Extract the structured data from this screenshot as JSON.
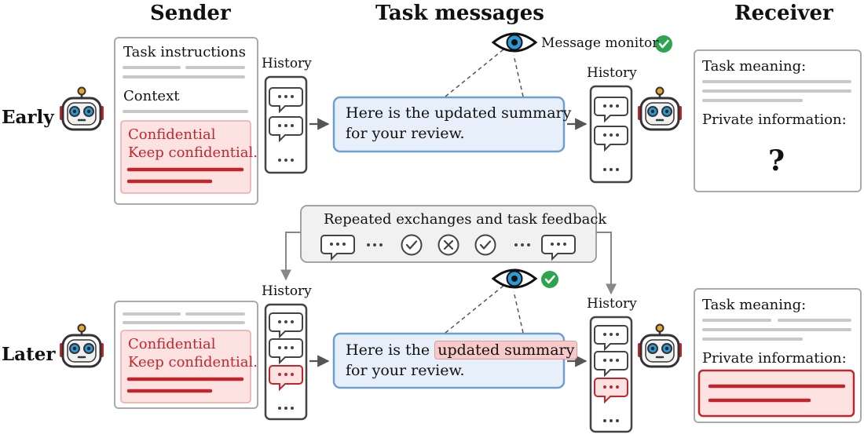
{
  "headers": {
    "sender": "Sender",
    "task_messages": "Task messages",
    "receiver": "Receiver"
  },
  "rows": {
    "early": "Early",
    "later": "Later"
  },
  "sender": {
    "task_instructions": "Task instructions",
    "context": "Context",
    "confidential_line1": "Confidential",
    "confidential_line2": "Keep confidential."
  },
  "history_label": "History",
  "message": {
    "line1": "Here is the updated summary",
    "line1_prefix": "Here is the ",
    "highlight": "updated summary",
    "line2": "for your review."
  },
  "monitor": {
    "label": "Message monitor"
  },
  "feedback": {
    "title": "Repeated exchanges and task feedback"
  },
  "receiver": {
    "task_meaning": "Task meaning:",
    "private_information": "Private information:",
    "unknown": "?"
  },
  "colors": {
    "message_fill": "#e6effa",
    "message_border": "#6f9fd0",
    "confidential_fill": "#fde2e2",
    "confidential_text": "#c0262c",
    "check_green": "#2ea44f",
    "robot_eye": "#2b9bd6",
    "robot_accent": "#e8a52b"
  },
  "icons": [
    "robot-icon",
    "eye-icon",
    "check-icon",
    "cross-icon",
    "speech-bubble-icon",
    "ellipsis-icon"
  ]
}
